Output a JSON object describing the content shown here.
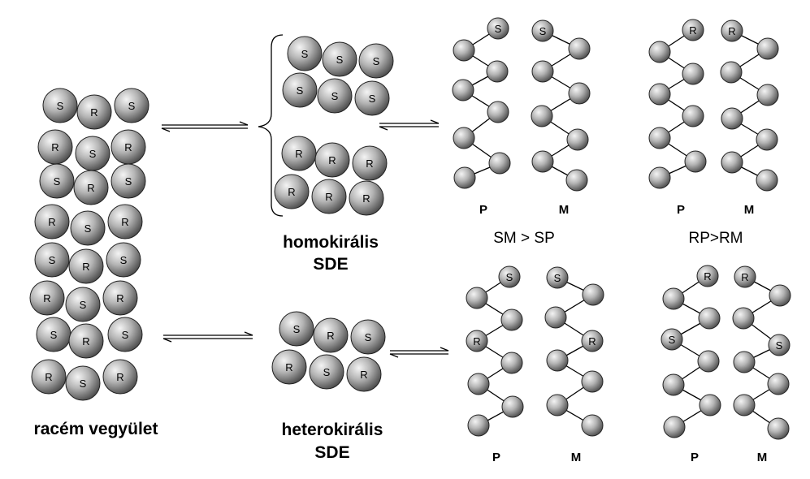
{
  "labels": {
    "racemic": "racém vegyület",
    "homochiral_line1": "homokirális",
    "homochiral_line2": "SDE",
    "heterochiral_line1": "heterokirális",
    "heterochiral_line2": "SDE",
    "sm_sp": "SM > SP",
    "rp_rm": "RP>RM",
    "helix_p": "P",
    "helix_m": "M"
  },
  "atoms": {
    "s": "S",
    "r": "R"
  },
  "racemic_rows": [
    [
      "S",
      "R",
      "S"
    ],
    [
      "R",
      "S",
      "R"
    ],
    [
      "S",
      "R",
      "S"
    ],
    [
      "R",
      "S",
      "R"
    ],
    [
      "S",
      "R",
      "S"
    ],
    [
      "R",
      "S",
      "R"
    ],
    [
      "S",
      "R",
      "S"
    ],
    [
      "R",
      "S",
      "R"
    ]
  ],
  "homochiral_S_rows": [
    [
      "S",
      "S",
      "S"
    ],
    [
      "S",
      "S",
      "S"
    ]
  ],
  "homochiral_R_rows": [
    [
      "R",
      "R",
      "R"
    ],
    [
      "R",
      "R",
      "R"
    ]
  ],
  "heterochiral_rows": [
    [
      "S",
      "R",
      "S"
    ],
    [
      "R",
      "S",
      "R"
    ]
  ],
  "colors": {
    "sphere_light": "#f2f2f2",
    "sphere_mid": "#a8a8a8",
    "sphere_dark": "#4a4a4a",
    "outline": "#222222",
    "line": "#000000"
  }
}
